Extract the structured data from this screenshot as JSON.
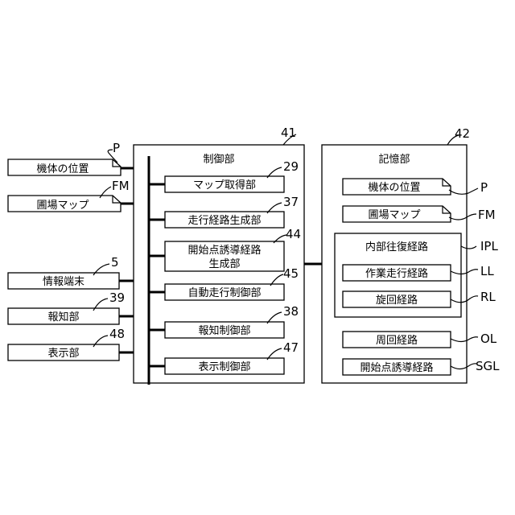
{
  "inputs": {
    "machine_position": {
      "label": "機体の位置",
      "ref": "P"
    },
    "field_map": {
      "label": "圃場マップ",
      "ref": "FM"
    },
    "info_terminal": {
      "label": "情報端末",
      "ref": "5"
    },
    "notification": {
      "label": "報知部",
      "ref": "39"
    },
    "display": {
      "label": "表示部",
      "ref": "48"
    }
  },
  "control_unit": {
    "title": "制御部",
    "ref": "41",
    "blocks": {
      "map_acquisition": {
        "label": "マップ取得部",
        "ref": "29"
      },
      "route_generation": {
        "label": "走行経路生成部",
        "ref": "37"
      },
      "guidance_route_generation": {
        "line1": "開始点誘導経路",
        "line2": "生成部",
        "ref": "44"
      },
      "auto_travel_control": {
        "label": "自動走行制御部",
        "ref": "45"
      },
      "notification_control": {
        "label": "報知制御部",
        "ref": "38"
      },
      "display_control": {
        "label": "表示制御部",
        "ref": "47"
      }
    }
  },
  "storage_unit": {
    "title": "記憶部",
    "ref": "42",
    "items": {
      "machine_position": {
        "label": "機体の位置",
        "ref": "P"
      },
      "field_map": {
        "label": "圃場マップ",
        "ref": "FM"
      },
      "internal_route": {
        "title": "内部往復経路",
        "ref": "IPL",
        "work_route": {
          "label": "作業走行経路",
          "ref": "LL"
        },
        "turn_route": {
          "label": "旋回経路",
          "ref": "RL"
        }
      },
      "circuit_route": {
        "label": "周回経路",
        "ref": "OL"
      },
      "start_guidance_route": {
        "label": "開始点誘導経路",
        "ref": "SGL"
      }
    }
  }
}
